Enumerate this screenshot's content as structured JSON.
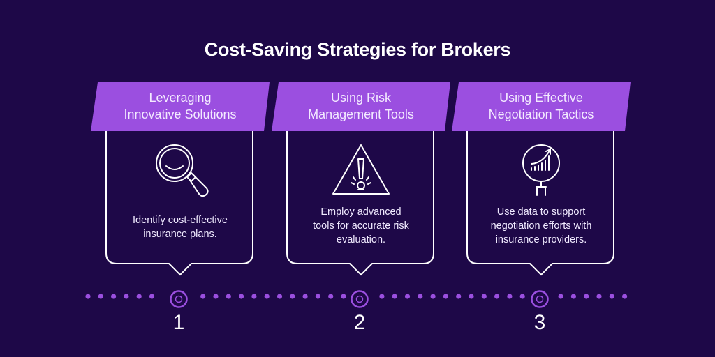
{
  "title": "Cost-Saving Strategies for Brokers",
  "colors": {
    "background": "#1e0848",
    "accent": "#9b4fe0",
    "outline": "#ffffff"
  },
  "steps": [
    {
      "number": "1",
      "heading_line1": "Leveraging",
      "heading_line2": "Innovative Solutions",
      "icon": "magnifying-glass-icon",
      "desc_line1": "Identify cost-effective",
      "desc_line2": "insurance plans.",
      "desc_line3": ""
    },
    {
      "number": "2",
      "heading_line1": "Using Risk",
      "heading_line2": "Management Tools",
      "icon": "warning-triangle-icon",
      "desc_line1": "Employ advanced",
      "desc_line2": "tools for accurate risk",
      "desc_line3": "evaluation."
    },
    {
      "number": "3",
      "heading_line1": "Using Effective",
      "heading_line2": "Negotiation Tactics",
      "icon": "growth-chart-sign-icon",
      "desc_line1": "Use data to support",
      "desc_line2": "negotiation efforts with",
      "desc_line3": "insurance providers."
    }
  ]
}
